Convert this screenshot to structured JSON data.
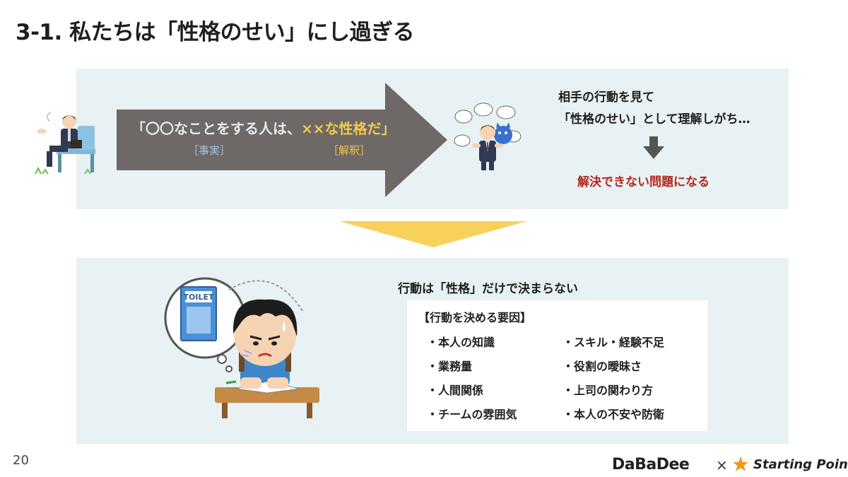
{
  "title": "3-1. 私たちは「性格のせい」にし過ぎる",
  "top_panel": {
    "quote_part1": "「〇〇なことをする人は、",
    "quote_em": "××",
    "quote_part2": "な性格だ」",
    "label_fact": "［事実］",
    "label_interpretation": "［解釈］",
    "right_line1": "相手の行動を見て",
    "right_line2": "「性格のせい」として理解しがち…",
    "result": "解決できない問題になる"
  },
  "bottom_panel": {
    "heading": "行動は「性格」だけで決まらない",
    "factors_title": "【行動を決める要因】",
    "factors_left": [
      "・本人の知識",
      "・業務量",
      "・人間関係",
      "・チームの雰囲気"
    ],
    "factors_right": [
      "・スキル・経験不足",
      "・役割の曖昧さ",
      "・上司の関わり方",
      "・本人の不安や防衛"
    ],
    "thought_bubble_text": "TOILET"
  },
  "footer": {
    "page_number": "20",
    "logo_dabadee": "DaBaDee",
    "logo_separator": "×",
    "logo_starting_point": "Starting Point"
  },
  "colors": {
    "panel_bg": "#e8f1f3",
    "arrow_gray": "#6e6866",
    "yellow": "#f7d15c",
    "result_red": "#b3261e",
    "star_orange": "#f09a1a"
  }
}
